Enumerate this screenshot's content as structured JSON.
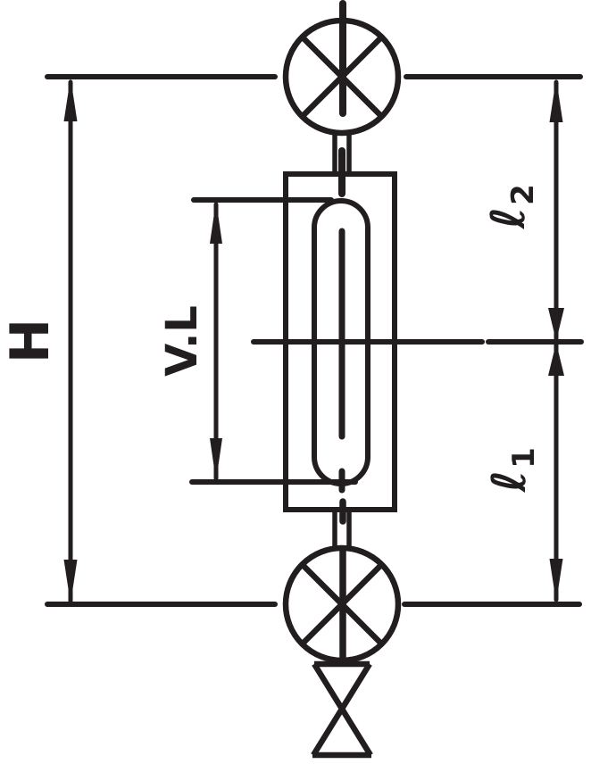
{
  "colors": {
    "ink": "#221e1f",
    "background": "#ffffff"
  },
  "labels": {
    "height": "H",
    "visible_length": "V.L",
    "upper_length": {
      "base": "ℓ",
      "sub": "2"
    },
    "lower_length": {
      "base": "ℓ",
      "sub": "1"
    }
  }
}
